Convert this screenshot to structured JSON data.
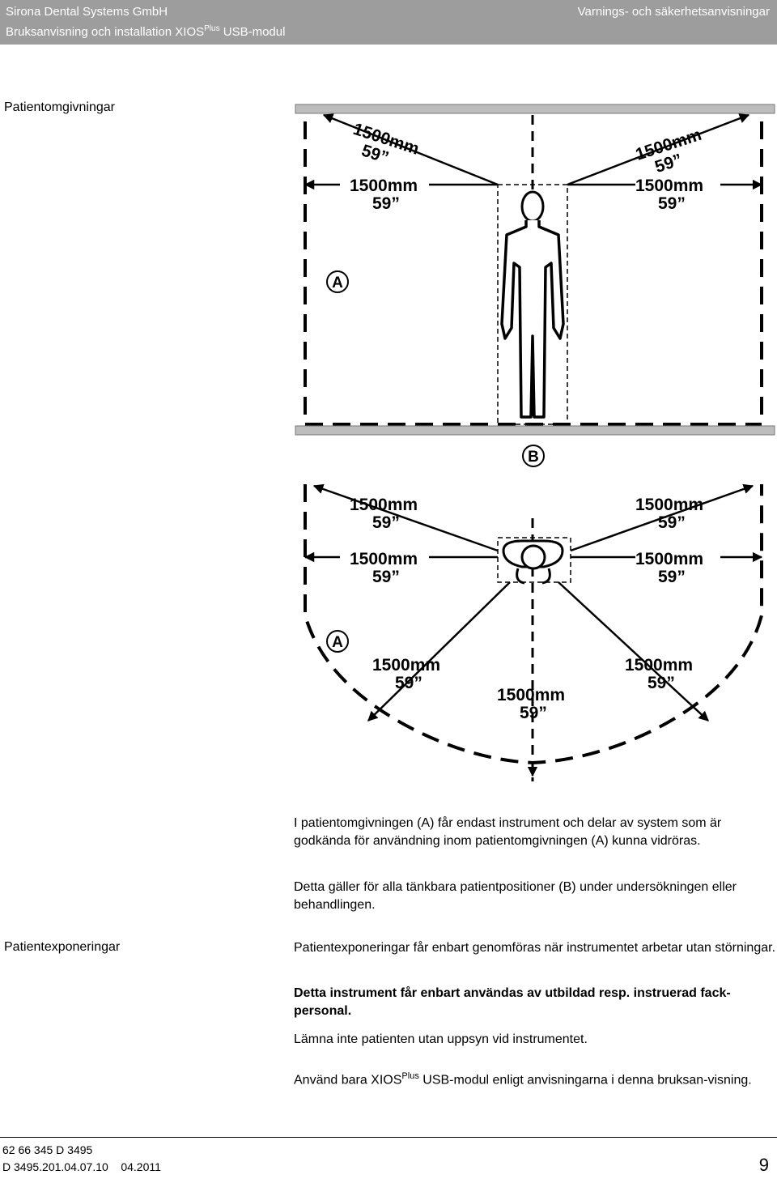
{
  "header": {
    "company": "Sirona Dental Systems GmbH",
    "manual_prefix": "Bruksanvisning och installation XIOS",
    "manual_sup": "Plus",
    "manual_suffix": " USB-modul",
    "section": "Varnings- och säkerhetsanvisningar"
  },
  "section1": {
    "heading": "Patientomgivningar",
    "figure": {
      "dim_mm": "1500mm",
      "dim_in": "59”",
      "label_a": "A",
      "label_b": "B"
    },
    "p1": "I patientomgivningen (A) får endast instrument och delar av system som är godkända för användning inom patientomgivningen (A) kunna vidröras.",
    "p2": "Detta gäller för alla tänkbara patientpositioner (B) under undersökningen eller behandlingen."
  },
  "section2": {
    "heading": "Patientexponeringar",
    "p1": "Patientexponeringar får enbart genomföras när instrumentet arbetar utan störningar.",
    "p2_bold": "Detta instrument får enbart användas av utbildad resp. instruerad fack-personal.",
    "p3": "Lämna inte patienten utan uppsyn vid instrumentet.",
    "p4_prefix": "Använd bara XIOS",
    "p4_sup": "Plus",
    "p4_suffix": " USB-modul enligt anvisningarna i denna bruksan-visning."
  },
  "footer": {
    "doc_number": "62 66 345 D 3495",
    "doc_code": "D 3495.201.04.07.10",
    "doc_date": "04.2011",
    "page": "9"
  }
}
